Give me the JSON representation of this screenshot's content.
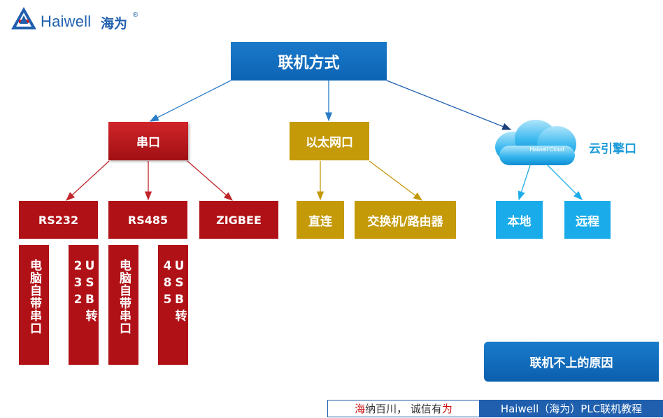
{
  "logo": {
    "brand": "Haiwell",
    "brand_cn": "海为",
    "reg": "®"
  },
  "root": {
    "label": "联机方式"
  },
  "level1": {
    "serial": "串口",
    "ethernet": "以太网口",
    "cloud": "云引擎口",
    "cloud_text": "Haiwell Cloud"
  },
  "level2": {
    "rs232": "RS232",
    "rs485": "RS485",
    "zigbee": "ZIGBEE",
    "direct": "直连",
    "switch": "交换机/路由器",
    "local": "本地",
    "remote": "远程"
  },
  "level3": {
    "pc_serial_1": "电脑自带串口",
    "usb_232": "USB转232",
    "pc_serial_2": "电脑自带串口",
    "usb_485": "USB转485"
  },
  "reason_button": "联机不上的原因",
  "footer": {
    "slogan_hl1": "海",
    "slogan_mid": "纳百川， 诚信有",
    "slogan_hl2": "为",
    "title": "Haiwell（海为）PLC联机教程"
  },
  "colors": {
    "blue": "#0c63b4",
    "red": "#b01116",
    "gold": "#c49a09",
    "sky": "#1aacea"
  }
}
